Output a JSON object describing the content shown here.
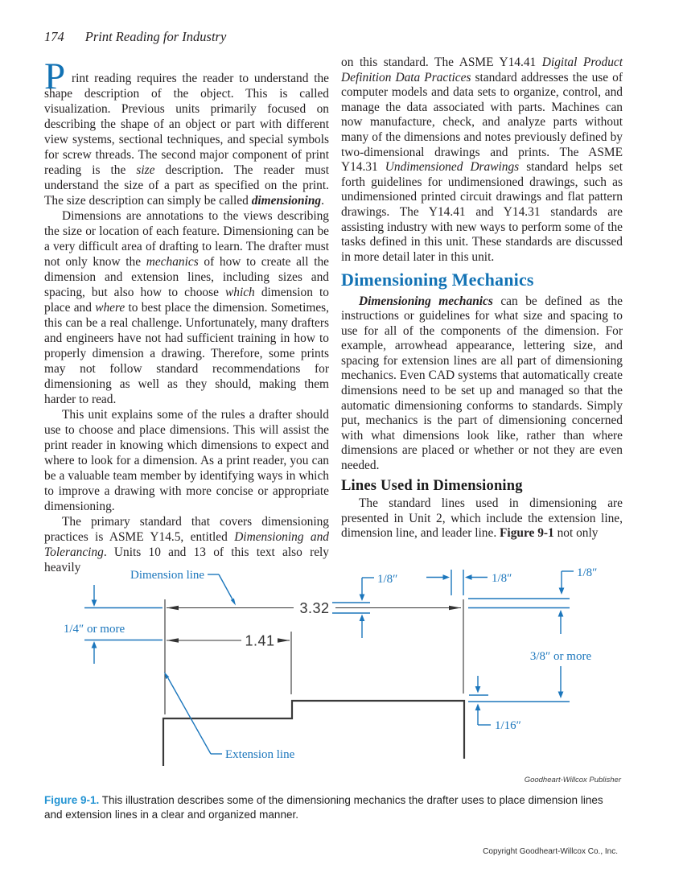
{
  "header": {
    "page_number": "174",
    "book_title": "Print Reading for Industry"
  },
  "article": {
    "left_column": {
      "blocks": [
        {
          "type": "p",
          "drop_cap": "P",
          "segments": [
            {
              "t": "rint reading requires the reader to understand the shape description of the object. This is called visualization. Previous units primarily focused on describing the shape of an object or part with different view systems, sectional techniques, and special symbols for screw threads. The second major component of print reading is the "
            },
            {
              "t": "size",
              "s": "i"
            },
            {
              "t": " description. The reader must understand the size of a part as specified on the print. The size description can simply be called "
            },
            {
              "t": "dimensioning",
              "s": "bi"
            },
            {
              "t": "."
            }
          ]
        },
        {
          "type": "p",
          "indent": true,
          "segments": [
            {
              "t": "Dimensions are annotations to the views describing the size or location of each feature. Dimensioning can be a very difficult area of drafting to learn. The drafter must not only know the "
            },
            {
              "t": "mechanics",
              "s": "i"
            },
            {
              "t": " of how to create all the dimension and extension lines, including sizes and spacing, but also how to choose "
            },
            {
              "t": "which",
              "s": "i"
            },
            {
              "t": " dimension to place and "
            },
            {
              "t": "where",
              "s": "i"
            },
            {
              "t": " to best place the dimension. Sometimes, this can be a real challenge. Unfortunately, many drafters and engineers have not had sufficient training in how to properly dimension a drawing. Therefore, some prints may not follow standard recommendations for dimensioning as well as they should, making them harder to read."
            }
          ]
        },
        {
          "type": "p",
          "indent": true,
          "segments": [
            {
              "t": "This unit explains some of the rules a drafter should use to choose and place dimensions. This will assist the print reader in knowing which dimensions to expect and where to look for a dimension. As a print reader, you can be a valuable team member by identifying ways in which to improve a drawing with more concise or appropriate dimensioning."
            }
          ]
        },
        {
          "type": "p",
          "indent": true,
          "segments": [
            {
              "t": "The primary standard that covers dimensioning practices is ASME Y14.5, entitled "
            },
            {
              "t": "Dimensioning and Tolerancing",
              "s": "i"
            },
            {
              "t": ". Units 10 and 13 of this text also rely heavily"
            }
          ]
        }
      ]
    },
    "right_column": {
      "blocks": [
        {
          "type": "p",
          "segments": [
            {
              "t": "on this standard. The ASME Y14.41 "
            },
            {
              "t": "Digital Product Definition Data Practices",
              "s": "i"
            },
            {
              "t": " standard addresses the use of computer models and data sets to organize, control, and manage the data associated with parts. Machines can now manufacture, check, and analyze parts without many of the dimensions and notes previously defined by two-dimensional drawings and prints. The ASME Y14.31 "
            },
            {
              "t": "Undimensioned Drawings",
              "s": "i"
            },
            {
              "t": " standard helps set forth guidelines for undimensioned drawings, such as undimensioned printed circuit drawings and flat pattern drawings. The Y14.41 and Y14.31 standards are assisting industry with new ways to perform some of the tasks defined in this unit. These standards are discussed in more detail later in this unit."
            }
          ]
        },
        {
          "type": "h1",
          "text": "Dimensioning Mechanics"
        },
        {
          "type": "p",
          "indent": true,
          "segments": [
            {
              "t": "Dimensioning mechanics",
              "s": "bi"
            },
            {
              "t": " can be defined as the instructions or guidelines for what size and spacing to use for all of the components of the dimension. For example, arrowhead appearance, lettering size, and spacing for extension lines are all part of dimensioning mechanics. Even CAD systems that automatically create dimensions need to be set up and managed so that the automatic dimensioning conforms to standards. Simply put, mechanics is the part of dimensioning concerned with what dimensions look like, rather than where dimensions are placed or whether or not they are even needed."
            }
          ]
        },
        {
          "type": "h2",
          "text": "Lines Used in Dimensioning"
        },
        {
          "type": "p",
          "indent": true,
          "segments": [
            {
              "t": "The standard lines used in dimensioning are presented in Unit 2, which include the extension line, dimension line, and leader line. "
            },
            {
              "t": "Figure 9-1",
              "s": "b"
            },
            {
              "t": " not only"
            }
          ]
        }
      ]
    }
  },
  "figure": {
    "labels": {
      "dimension_line": "Dimension line",
      "extension_line": "Extension line",
      "quarter_or_more": "1/4″ or more",
      "three_eighths_or_more": "3/8″ or more",
      "eighth_1": "1/8″",
      "eighth_2": "1/8″",
      "eighth_3": "1/8″",
      "sixteenth": "1/16″",
      "dim_value_332": "3.32",
      "dim_value_141": "1.41"
    },
    "credit": "Goodheart-Willcox Publisher",
    "caption": {
      "label": "Figure 9-1.",
      "text": " This illustration describes some of the dimensioning mechanics the drafter uses to place dimension lines and extension lines in a clear and organized manner."
    },
    "colors": {
      "annotation_blue": "#1b76bc",
      "drawing_black": "#333333",
      "heading_blue": "#1272b4",
      "caption_blue": "#2494d3"
    }
  },
  "footer": {
    "copyright": "Copyright Goodheart-Willcox Co., Inc."
  }
}
